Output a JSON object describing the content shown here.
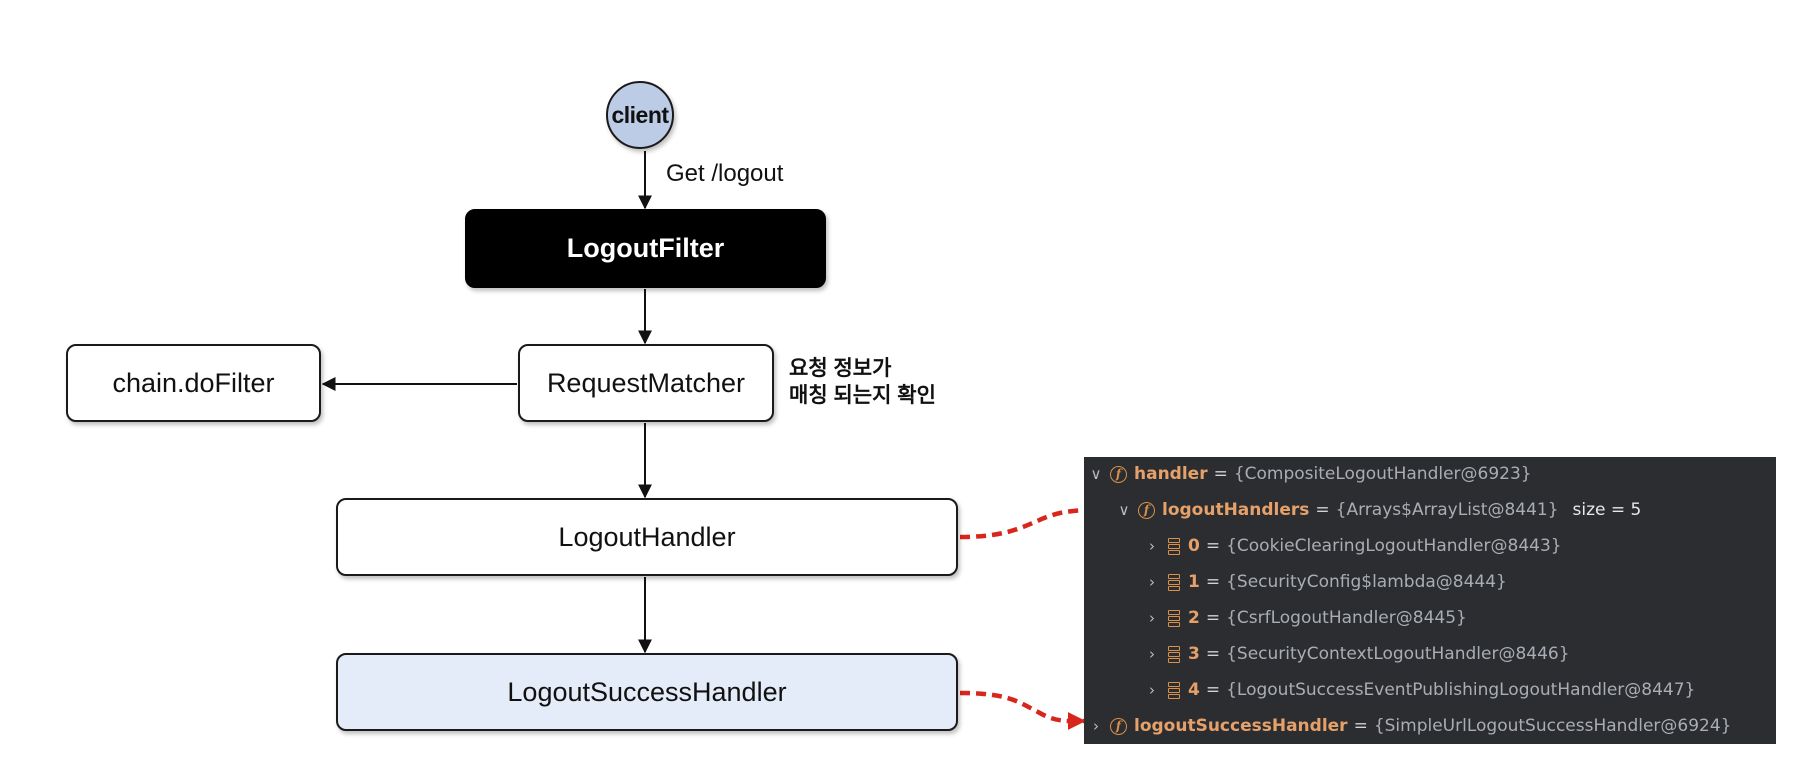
{
  "nodes": {
    "client": "client",
    "logout_filter": "LogoutFilter",
    "request_matcher": "RequestMatcher",
    "chain_do_filter": "chain.doFilter",
    "logout_handler": "LogoutHandler",
    "logout_success_handler": "LogoutSuccessHandler"
  },
  "labels": {
    "request": "Get /logout",
    "matcher_note_line1": "요청 정보가",
    "matcher_note_line2": "매칭 되는지 확인"
  },
  "debugger": {
    "handler": {
      "name": "handler",
      "value": "{CompositeLogoutHandler@6923}"
    },
    "logout_handlers": {
      "name": "logoutHandlers",
      "value": "{Arrays$ArrayList@8441}",
      "size_label": "size = 5"
    },
    "items": [
      {
        "index": "0",
        "value": "{CookieClearingLogoutHandler@8443}"
      },
      {
        "index": "1",
        "value": "{SecurityConfig$lambda@8444}"
      },
      {
        "index": "2",
        "value": "{CsrfLogoutHandler@8445}"
      },
      {
        "index": "3",
        "value": "{SecurityContextLogoutHandler@8446}"
      },
      {
        "index": "4",
        "value": "{LogoutSuccessEventPublishingLogoutHandler@8447}"
      }
    ],
    "success_handler": {
      "name": "logoutSuccessHandler",
      "value": "{SimpleUrlLogoutSuccessHandler@6924}"
    }
  },
  "colors": {
    "client_fill": "#bccbe6",
    "filter_fill": "#000000",
    "success_fill": "#e3ecf8",
    "debugger_bg": "#2b2d30",
    "pointer": "#d8261c",
    "field_accent": "#e6a16a"
  }
}
